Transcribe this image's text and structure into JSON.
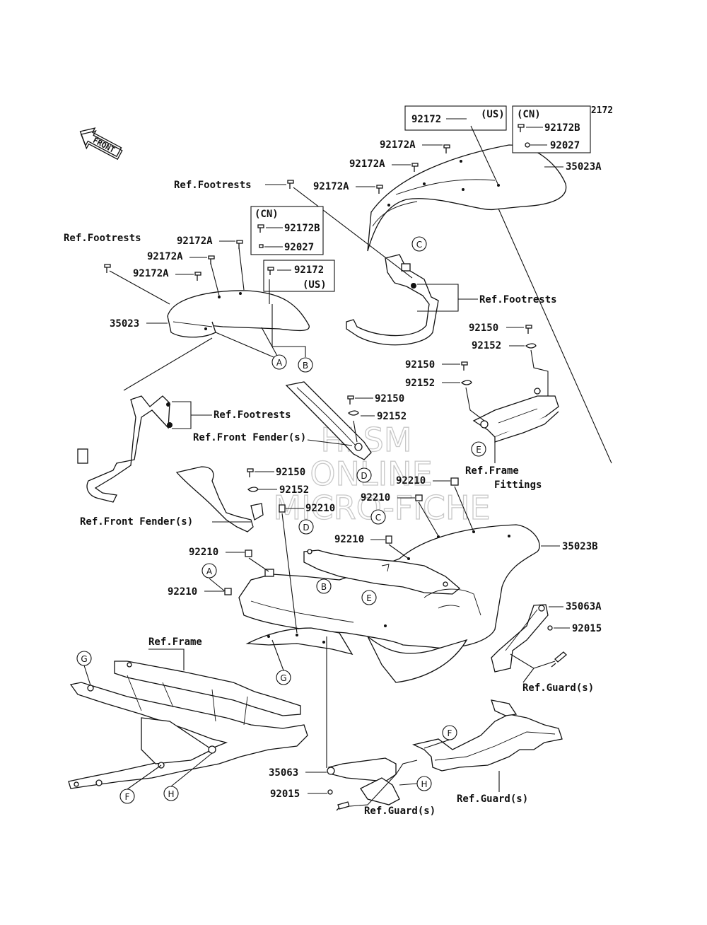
{
  "figure_code": "F2172",
  "front_arrow": {
    "label": "FRONT",
    "icon": "front-arrow-icon"
  },
  "watermark": {
    "line1": "HLSM",
    "line2": "ONLINE",
    "line3": "MICRO-FICHE"
  },
  "boxes": {
    "us_top": {
      "part": "92172",
      "region": "(US)"
    },
    "cn_top": {
      "region": "(CN)",
      "part1": "92172B",
      "part2": "92027"
    },
    "cn_mid": {
      "region": "(CN)",
      "part1": "92172B",
      "part2": "92027"
    },
    "us_mid": {
      "part": "92172",
      "region": "(US)"
    }
  },
  "labels": {
    "p35023A": "35023A",
    "p92172A_1": "92172A",
    "p92172A_2": "92172A",
    "p92172A_3": "92172A",
    "p92172A_4": "92172A",
    "p92172A_5": "92172A",
    "p92172A_6": "92172A",
    "p35023": "35023",
    "ref_footrests_1": "Ref.Footrests",
    "ref_footrests_2": "Ref.Footrests",
    "ref_footrests_3": "Ref.Footrests",
    "ref_footrests_4": "Ref.Footrests",
    "ref_front_fender_1": "Ref.Front Fender(s)",
    "ref_front_fender_2": "Ref.Front Fender(s)",
    "ref_frame_fittings_1": "Ref.Frame",
    "ref_frame_fittings_2": "Fittings",
    "p92150_1": "92150",
    "p92152_1": "92152",
    "p92150_2": "92150",
    "p92152_2": "92152",
    "p92150_3": "92150",
    "p92152_3": "92152",
    "p92150_4": "92150",
    "p92152_4": "92152",
    "p92210_1": "92210",
    "p92210_2": "92210",
    "p92210_3": "92210",
    "p92210_4": "92210",
    "p92210_5": "92210",
    "p92210_6": "92210",
    "p35023B": "35023B",
    "p35063A": "35063A",
    "p92015_1": "92015",
    "ref_guard_1": "Ref.Guard(s)",
    "ref_frame": "Ref.Frame",
    "p35063": "35063",
    "p92015_2": "92015",
    "ref_guard_2": "Ref.Guard(s)",
    "ref_guard_3": "Ref.Guard(s)"
  },
  "callouts": {
    "A1": "A",
    "B1": "B",
    "C1": "C",
    "D1": "D",
    "E1": "E",
    "A2": "A",
    "B2": "B",
    "C2": "C",
    "D2": "D",
    "E2": "E",
    "F1": "F",
    "F2": "F",
    "G1": "G",
    "G2": "G",
    "H1": "H",
    "H2": "H"
  }
}
